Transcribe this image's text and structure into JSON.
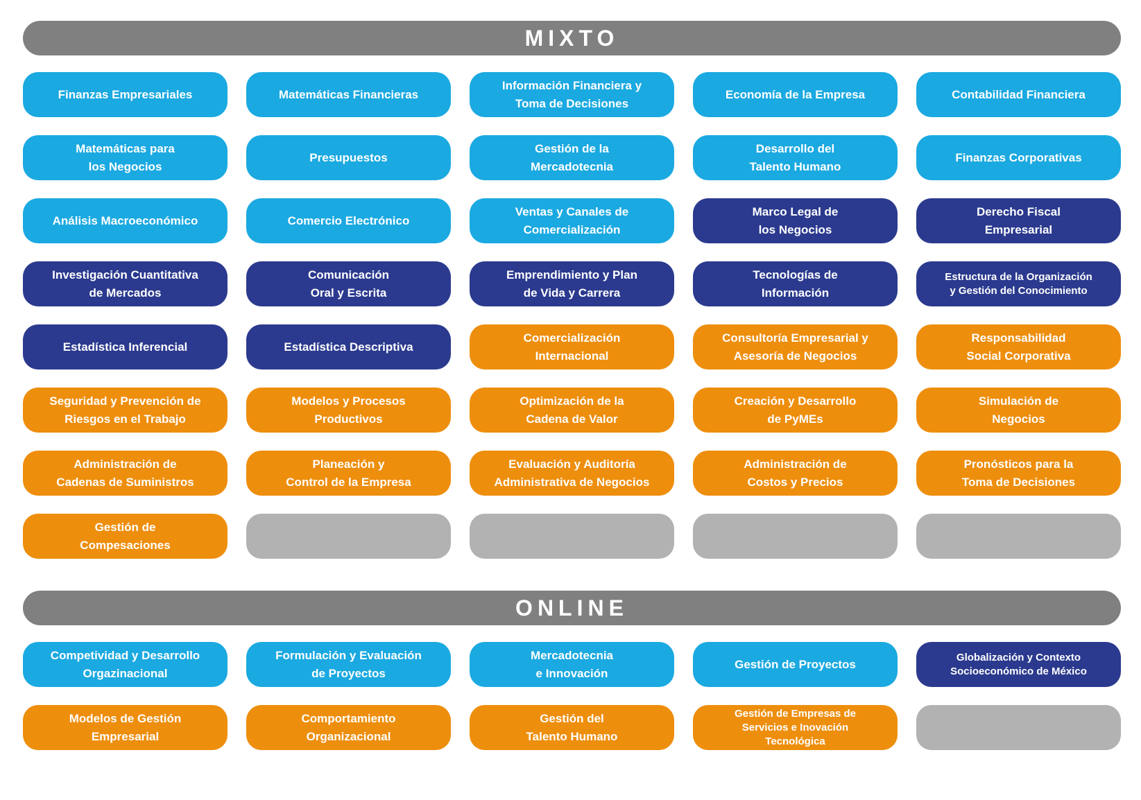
{
  "colors": {
    "light_blue": "#1BA9E1",
    "dark_blue": "#2B3A8E",
    "orange": "#EE8E0D",
    "header_gray": "#808080",
    "empty_gray": "#B2B2B2",
    "text_white": "#FFFFFF"
  },
  "legend_semantics": {
    "lightblue": "course-pill-lightblue",
    "darkblue": "course-pill-darkblue",
    "orange": "course-pill-orange",
    "empty": "empty-placeholder-pill"
  },
  "sections": [
    {
      "title": "MIXTO",
      "cells": [
        {
          "label": "Finanzas Empresariales",
          "type": "lightblue"
        },
        {
          "label": "Matemáticas Financieras",
          "type": "lightblue"
        },
        {
          "label": "Información Financiera y\nToma de Decisiones",
          "type": "lightblue"
        },
        {
          "label": "Economía de la Empresa",
          "type": "lightblue"
        },
        {
          "label": "Contabilidad Financiera",
          "type": "lightblue"
        },
        {
          "label": "Matemáticas para\nlos Negocios",
          "type": "lightblue"
        },
        {
          "label": "Presupuestos",
          "type": "lightblue"
        },
        {
          "label": "Gestión de la\nMercadotecnia",
          "type": "lightblue"
        },
        {
          "label": "Desarrollo del\nTalento Humano",
          "type": "lightblue"
        },
        {
          "label": "Finanzas Corporativas",
          "type": "lightblue"
        },
        {
          "label": "Análisis Macroeconómico",
          "type": "lightblue"
        },
        {
          "label": "Comercio Electrónico",
          "type": "lightblue"
        },
        {
          "label": "Ventas y Canales de\nComercialización",
          "type": "lightblue"
        },
        {
          "label": "Marco Legal de\nlos Negocios",
          "type": "darkblue"
        },
        {
          "label": "Derecho Fiscal\nEmpresarial",
          "type": "darkblue"
        },
        {
          "label": "Investigación Cuantitativa\nde Mercados",
          "type": "darkblue"
        },
        {
          "label": "Comunicación\nOral y Escrita",
          "type": "darkblue"
        },
        {
          "label": "Emprendimiento y Plan\nde Vida y Carrera",
          "type": "darkblue"
        },
        {
          "label": "Tecnologías de\nInformación",
          "type": "darkblue"
        },
        {
          "label": "Estructura de la Organización\ny Gestión del Conocimiento",
          "type": "darkblue",
          "small": true
        },
        {
          "label": "Estadística Inferencial",
          "type": "darkblue"
        },
        {
          "label": "Estadística Descriptiva",
          "type": "darkblue"
        },
        {
          "label": "Comercialización\nInternacional",
          "type": "orange"
        },
        {
          "label": "Consultoría Empresarial y\nAsesoría de Negocios",
          "type": "orange"
        },
        {
          "label": "Responsabilidad\nSocial Corporativa",
          "type": "orange"
        },
        {
          "label": "Seguridad y Prevención de\nRiesgos en el Trabajo",
          "type": "orange"
        },
        {
          "label": "Modelos y Procesos\nProductivos",
          "type": "orange"
        },
        {
          "label": "Optimización de la\nCadena de Valor",
          "type": "orange"
        },
        {
          "label": "Creación y Desarrollo\nde PyMEs",
          "type": "orange"
        },
        {
          "label": "Simulación de\nNegocios",
          "type": "orange"
        },
        {
          "label": "Administración de\nCadenas de Suministros",
          "type": "orange"
        },
        {
          "label": "Planeación y\nControl de la Empresa",
          "type": "orange"
        },
        {
          "label": "Evaluación y Auditoría\nAdministrativa de Negocios",
          "type": "orange"
        },
        {
          "label": "Administración de\nCostos y Precios",
          "type": "orange"
        },
        {
          "label": "Pronósticos para la\nToma de Decisiones",
          "type": "orange"
        },
        {
          "label": "Gestión de\nCompesaciones",
          "type": "orange"
        },
        {
          "label": "",
          "type": "empty"
        },
        {
          "label": "",
          "type": "empty"
        },
        {
          "label": "",
          "type": "empty"
        },
        {
          "label": "",
          "type": "empty"
        }
      ]
    },
    {
      "title": "ONLINE",
      "cells": [
        {
          "label": "Competividad y Desarrollo\nOrgazinacional",
          "type": "lightblue"
        },
        {
          "label": "Formulación y Evaluación\nde Proyectos",
          "type": "lightblue"
        },
        {
          "label": "Mercadotecnia\ne Innovación",
          "type": "lightblue"
        },
        {
          "label": "Gestión de Proyectos",
          "type": "lightblue"
        },
        {
          "label": "Globalización y Contexto\nSocioeconómico de México",
          "type": "darkblue",
          "small": true
        },
        {
          "label": "Modelos de Gestión\nEmpresarial",
          "type": "orange"
        },
        {
          "label": "Comportamiento\nOrganizacional",
          "type": "orange"
        },
        {
          "label": "Gestión del\nTalento Humano",
          "type": "orange"
        },
        {
          "label": "Gestión de Empresas de\nServicios e Inovación\nTecnológica",
          "type": "orange",
          "small": true
        },
        {
          "label": "",
          "type": "empty"
        }
      ]
    }
  ]
}
